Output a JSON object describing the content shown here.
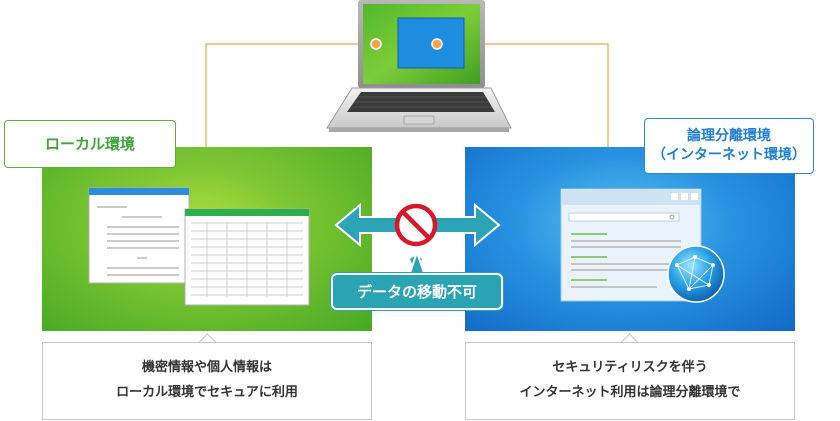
{
  "local": {
    "label": "ローカル環境",
    "caption_line1": "機密情報や個人情報は",
    "caption_line2": "ローカル環境でセキュアに利用"
  },
  "isolated": {
    "label_line1": "論理分離環境",
    "label_line2": "（インターネット環境）",
    "caption_line1": "セキュリティリスクを伴う",
    "caption_line2": "インターネット利用は論理分離環境で"
  },
  "transfer": {
    "label": "データの移動不可",
    "icon": "prohibited-icon"
  },
  "colors": {
    "local_green": "#5bb33a",
    "isolated_blue": "#1f7fd0",
    "transfer_teal": "#2aa3b3",
    "prohibit_red": "#d7172a",
    "connector_orange": "#f5a348"
  }
}
